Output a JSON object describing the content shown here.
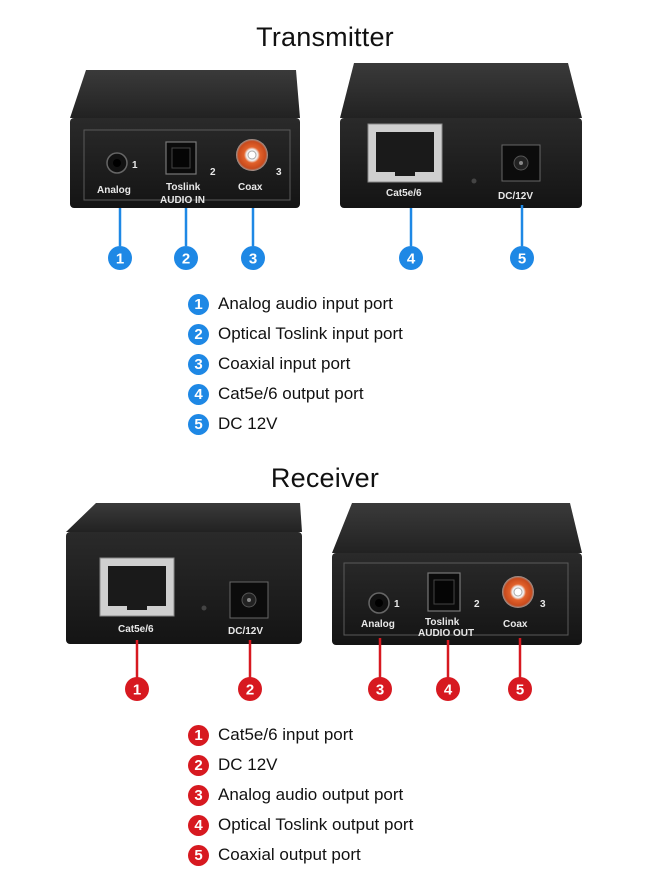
{
  "colors": {
    "blue": "#1e88e5",
    "red": "#d71920",
    "device": "#1b1b1b",
    "device_top": "#2d2d2d"
  },
  "transmitter": {
    "title": "Transmitter",
    "device_labels": {
      "analog": "Analog",
      "analog_num": "1",
      "toslink": "Toslink",
      "toslink_num": "2",
      "coax": "Coax",
      "coax_num": "3",
      "audio_in": "AUDIO  IN",
      "cat": "Cat5e/6",
      "dc": "DC/12V"
    },
    "badges": [
      "1",
      "2",
      "3",
      "4",
      "5"
    ],
    "legend": [
      {
        "num": "1",
        "text": "Analog audio input port"
      },
      {
        "num": "2",
        "text": "Optical Toslink input port"
      },
      {
        "num": "3",
        "text": "Coaxial input port"
      },
      {
        "num": "4",
        "text": "Cat5e/6 output port"
      },
      {
        "num": "5",
        "text": "DC 12V"
      }
    ]
  },
  "receiver": {
    "title": "Receiver",
    "device_labels": {
      "cat": "Cat5e/6",
      "dc": "DC/12V",
      "analog": "Analog",
      "analog_num": "1",
      "toslink": "Toslink",
      "toslink_num": "2",
      "coax": "Coax",
      "coax_num": "3",
      "audio_out": "AUDIO  OUT"
    },
    "badges": [
      "1",
      "2",
      "3",
      "4",
      "5"
    ],
    "legend": [
      {
        "num": "1",
        "text": "Cat5e/6 input port"
      },
      {
        "num": "2",
        "text": "DC 12V"
      },
      {
        "num": "3",
        "text": "Analog audio output port"
      },
      {
        "num": "4",
        "text": "Optical Toslink output port"
      },
      {
        "num": "5",
        "text": "Coaxial output port"
      }
    ]
  }
}
